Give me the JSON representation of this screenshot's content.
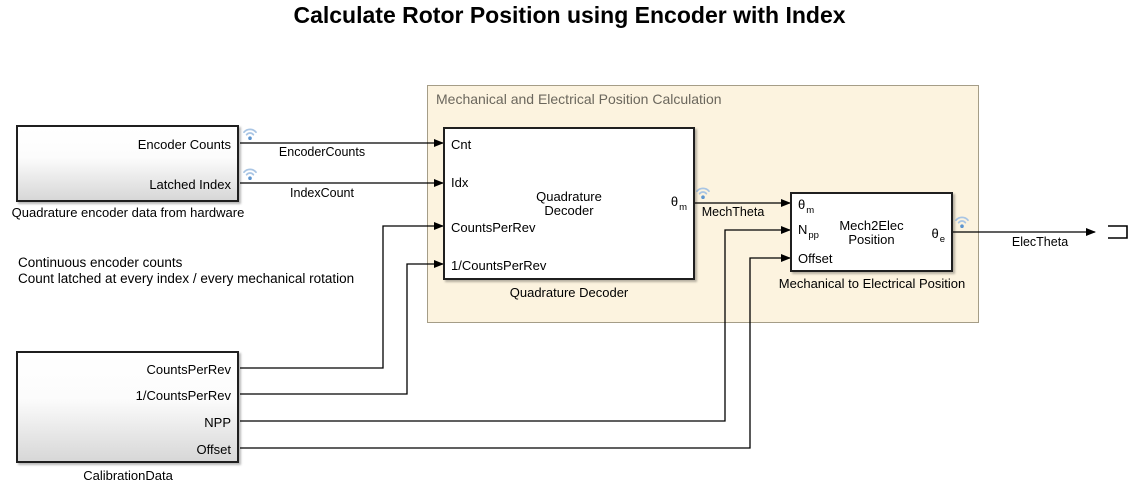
{
  "title": "Calculate Rotor Position using Encoder with Index",
  "annotation": {
    "line1": "Continuous encoder counts",
    "line2": "Count latched at every index / every mechanical rotation"
  },
  "area": {
    "title": "Mechanical and Electrical Position Calculation"
  },
  "hardware_block": {
    "label": "Quadrature encoder data from hardware",
    "ports_out": [
      "Encoder Counts",
      "Latched Index"
    ]
  },
  "calibration_block": {
    "label": "CalibrationData",
    "ports_out": [
      "CountsPerRev",
      "1/CountsPerRev",
      "NPP",
      "Offset"
    ]
  },
  "quadrature_decoder": {
    "name_line1": "Quadrature",
    "name_line2": "Decoder",
    "caption": "Quadrature Decoder",
    "ports_in": [
      "Cnt",
      "Idx",
      "CountsPerRev",
      "1/CountsPerRev"
    ],
    "port_out": {
      "base": "θ",
      "sub": "m"
    }
  },
  "mech2elec": {
    "name_line1": "Mech2Elec",
    "name_line2": "Position",
    "caption": "Mechanical to Electrical Position",
    "ports_in": [
      {
        "base": "θ",
        "sub": "m"
      },
      {
        "base": "N",
        "sub": "pp"
      },
      {
        "base": "Offset",
        "sub": ""
      }
    ],
    "port_out": {
      "base": "θ",
      "sub": "e"
    }
  },
  "signal_labels": {
    "encoder_counts": "EncoderCounts",
    "index_count": "IndexCount",
    "mech_theta": "MechTheta",
    "elec_theta": "ElecTheta"
  },
  "icons": {
    "wireless": "wireless-logging-icon",
    "terminator": "signal-terminator-icon"
  },
  "colors": {
    "area_fill": "#fcf3df",
    "area_border": "#a59d87",
    "area_title_text": "#6b675d",
    "block_border": "#1f1f1f",
    "wireless_arc": "#a9c5e4",
    "wireless_dot": "#5e95cf",
    "line": "#000000"
  }
}
